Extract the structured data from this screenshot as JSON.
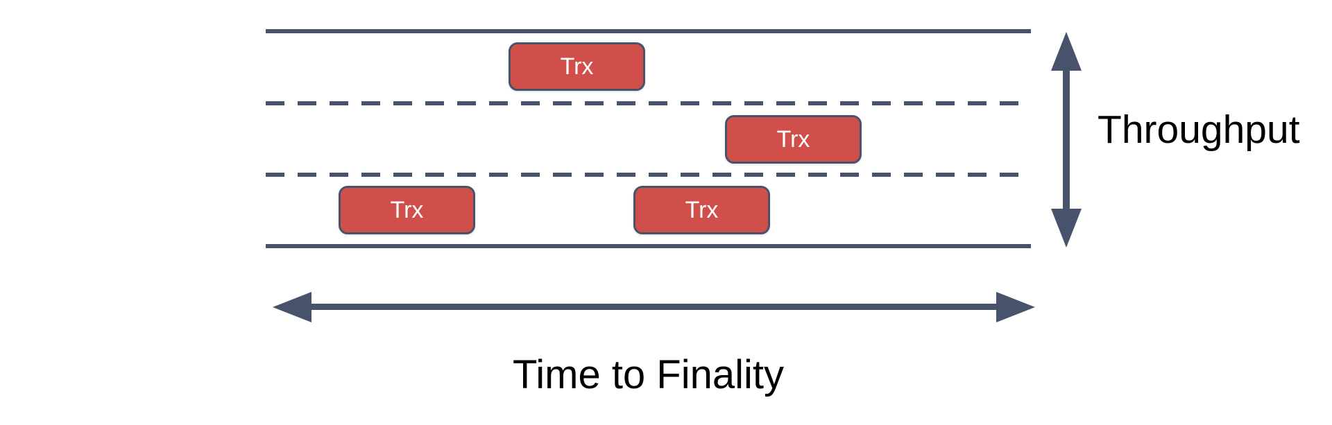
{
  "diagram": {
    "labels": {
      "throughput": "Throughput",
      "time_to_finality": "Time to Finality"
    },
    "lanes": {
      "count": 3,
      "boundaries": "2 solid outer lines, 2 dashed inner lines"
    },
    "trx_boxes": [
      {
        "label": "Trx",
        "lane": 1
      },
      {
        "label": "Trx",
        "lane": 2
      },
      {
        "label": "Trx",
        "lane": 3
      },
      {
        "label": "Trx",
        "lane": 3
      }
    ],
    "arrows": [
      {
        "name": "throughput-arrow",
        "orientation": "vertical",
        "heads": "both"
      },
      {
        "name": "time-axis-arrow",
        "orientation": "horizontal",
        "heads": "both"
      }
    ],
    "colors": {
      "slate": "#47536a",
      "trx_fill": "#d14f4a",
      "trx_border": "#47536a",
      "label_text": "#000000",
      "trx_text": "#ffffff",
      "bg": "#ffffff"
    }
  }
}
